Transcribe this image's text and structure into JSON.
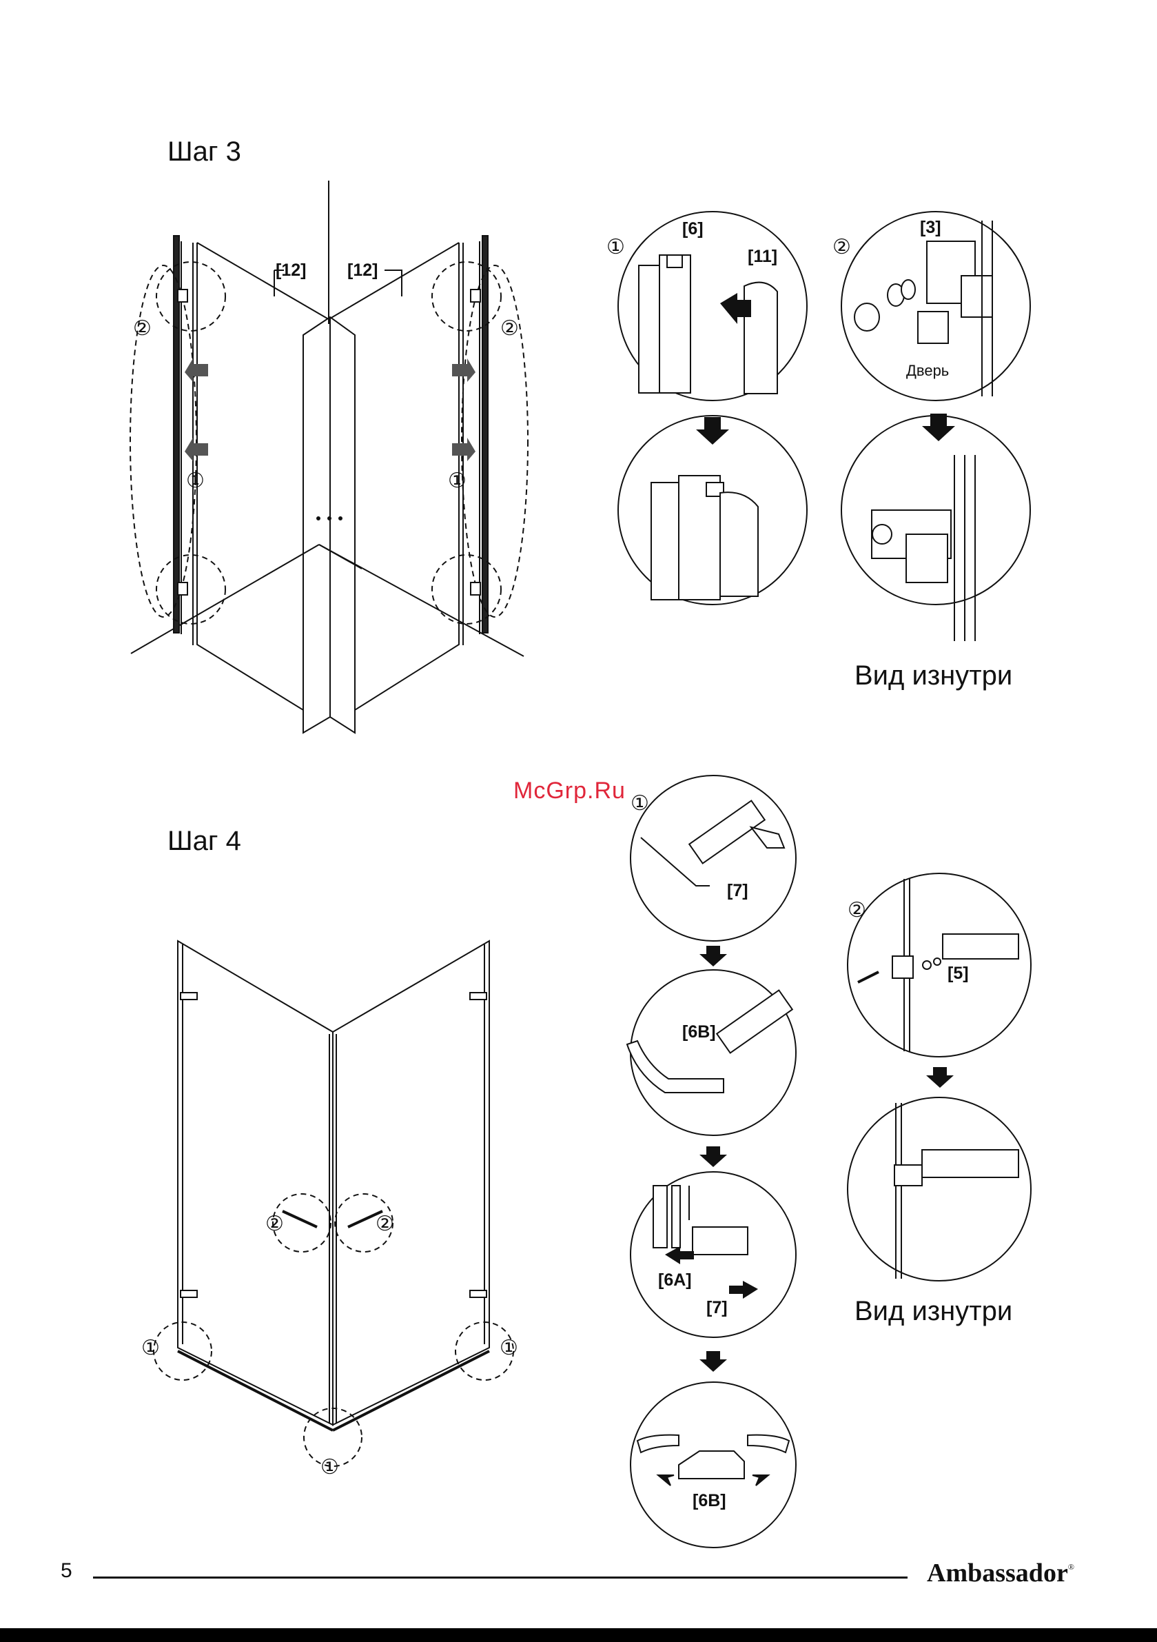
{
  "step3": {
    "title": "Шаг 3",
    "labels": {
      "glass_left": "[12]",
      "glass_right": "[12]",
      "profile": "[6]",
      "seal": "[11]",
      "hinge": "[3]"
    },
    "markers": {
      "one": "①",
      "two": "②"
    },
    "door_label": "Дверь",
    "caption": "Вид изнутри"
  },
  "step4": {
    "title": "Шаг 4",
    "labels": {
      "glue_tube": "[7]",
      "corner_piece": "[6B]",
      "profile_a": "[6A]",
      "glue_b": "[7]",
      "corner_bottom": "[6B]",
      "handle": "[5]"
    },
    "caption": "Вид изнутри"
  },
  "watermark": "McGrp.Ru",
  "footer": {
    "page_number": "5",
    "brand": "Ambassador",
    "registered": "®"
  }
}
